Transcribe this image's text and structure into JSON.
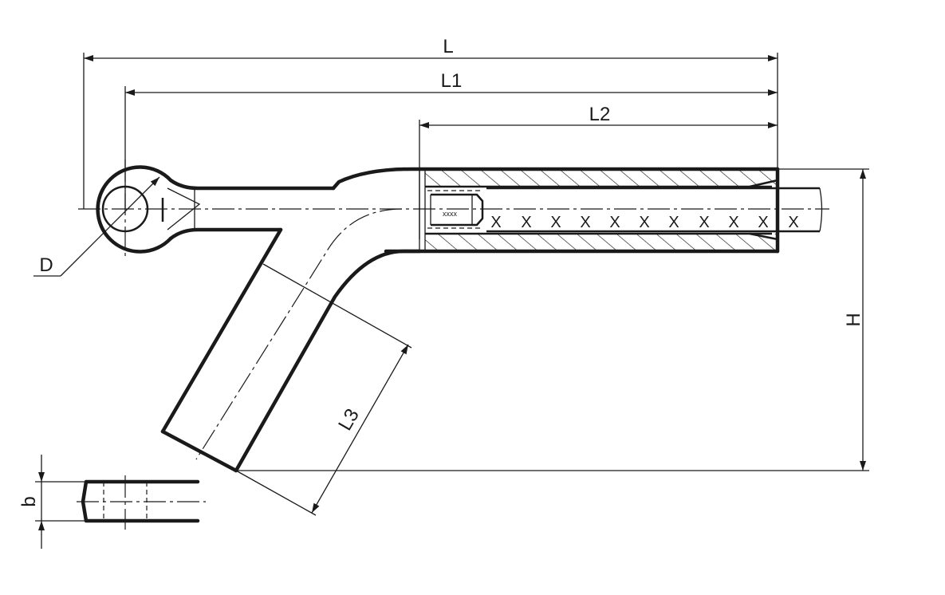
{
  "labels": {
    "L": "L",
    "L1": "L1",
    "L2": "L2",
    "L3": "L3",
    "H": "H",
    "D": "D",
    "b": "b"
  },
  "marks": {
    "conductor_x": "X",
    "conductor_x_count": 11,
    "inner_x": "xxxx"
  },
  "colors": {
    "line": "#1a1a1a",
    "background": "#ffffff"
  }
}
